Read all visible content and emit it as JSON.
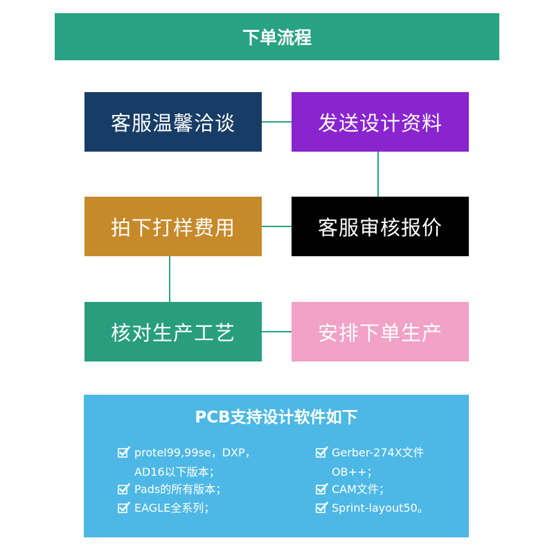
{
  "colors": {
    "header": "#27a283",
    "line": "#27a283",
    "support_bg": "#4db8e6"
  },
  "header": {
    "title": "下单流程"
  },
  "steps": [
    {
      "label": "客服温馨洽谈",
      "color": "#173d67"
    },
    {
      "label": "发送设计资料",
      "color": "#8a24cf"
    },
    {
      "label": "拍下打样费用",
      "color": "#c68a2a"
    },
    {
      "label": "客服审核报价",
      "color": "#000000"
    },
    {
      "label": "核对生产工艺",
      "color": "#289e7f"
    },
    {
      "label": "安排下单生产",
      "color": "#f1a2c6"
    }
  ],
  "support": {
    "title": "PCB支持设计软件如下",
    "left": [
      {
        "line1": "protel99,99se，DXP，",
        "line2": "AD16以下版本；"
      },
      {
        "line1": "Pads的所有版本；"
      },
      {
        "line1": "EAGLE全系列；"
      }
    ],
    "right": [
      {
        "line1": "Gerber-274X文件",
        "line2": "OB++；"
      },
      {
        "line1": "CAM文件；"
      },
      {
        "line1": "Sprint-layout50。"
      }
    ]
  }
}
